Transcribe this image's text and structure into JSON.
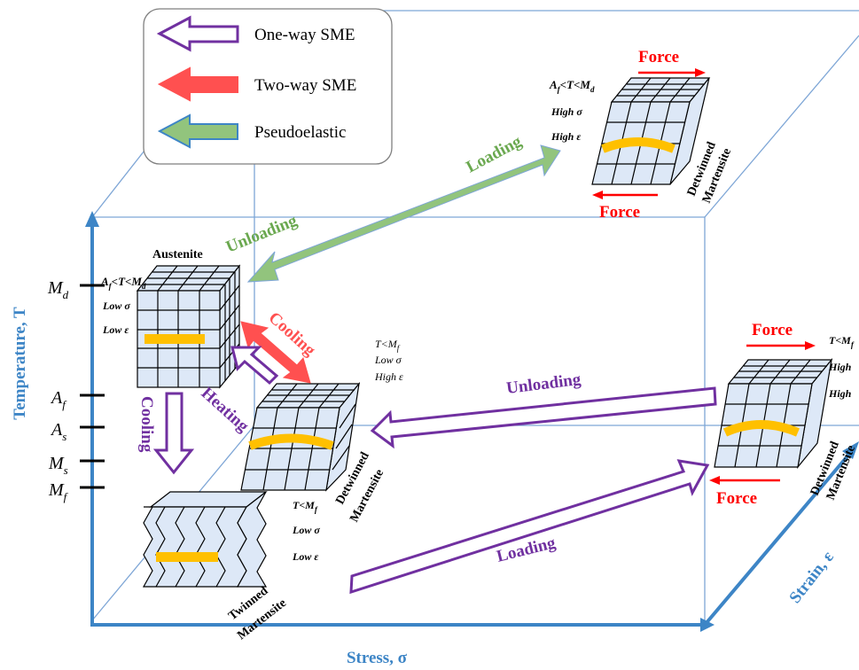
{
  "colors": {
    "purple": "#7030a0",
    "red": "#ff5050",
    "green": "#92c47d",
    "blue": "#3d85c6",
    "box_line": "#7ea6d6",
    "cube_face": "#dde8f7",
    "orange": "#ffc000",
    "force_red": "#ff0000"
  },
  "legend": {
    "one_way": "One-way SME",
    "two_way": "Two-way SME",
    "pseudo": "Pseudoelastic"
  },
  "axes": {
    "temperature": "Temperature, T",
    "stress": "Stress, σ",
    "strain": "Strain, ε"
  },
  "temp_ticks": {
    "md": "M",
    "md_sub": "d",
    "af": "A",
    "af_sub": "f",
    "as": "A",
    "as_sub": "s",
    "ms": "M",
    "ms_sub": "s",
    "mf": "M",
    "mf_sub": "f"
  },
  "austenite": {
    "title": "Austenite",
    "cond_a": "A",
    "cond_f": "f",
    "cond_t": "<T<M",
    "cond_d": "d",
    "stress": "Low σ",
    "strain": "Low ε"
  },
  "detwinned_low_stress": {
    "cond_t": "T<M",
    "cond_f": "f",
    "stress": "Low σ",
    "strain": "High ε",
    "label_1": "Detwinned",
    "label_2": "Martensite"
  },
  "twinned": {
    "cond_t": "T<M",
    "cond_f": "f",
    "stress": "Low σ",
    "strain": "Low ε",
    "label_1": "Twinned",
    "label_2": "Martensite"
  },
  "top_right": {
    "cond_a": "A",
    "cond_f": "f",
    "cond_t": "<T<M",
    "cond_d": "d",
    "stress": "High σ",
    "strain": "High ε",
    "force": "Force",
    "label_1": "Detwinned",
    "label_2": "Martensite"
  },
  "right": {
    "cond_t": "T<M",
    "cond_f": "f",
    "high_1": "High",
    "high_2": "High",
    "force": "Force",
    "label_1": "Detwinned",
    "label_2": "Martensite"
  },
  "arrows": {
    "loading_green": "Loading",
    "unloading_green": "Unloading",
    "cooling_red": "Cooling",
    "heating": "Heating",
    "cooling_purple": "Cooling",
    "unloading_purple": "Unloading",
    "loading_purple": "Loading"
  }
}
